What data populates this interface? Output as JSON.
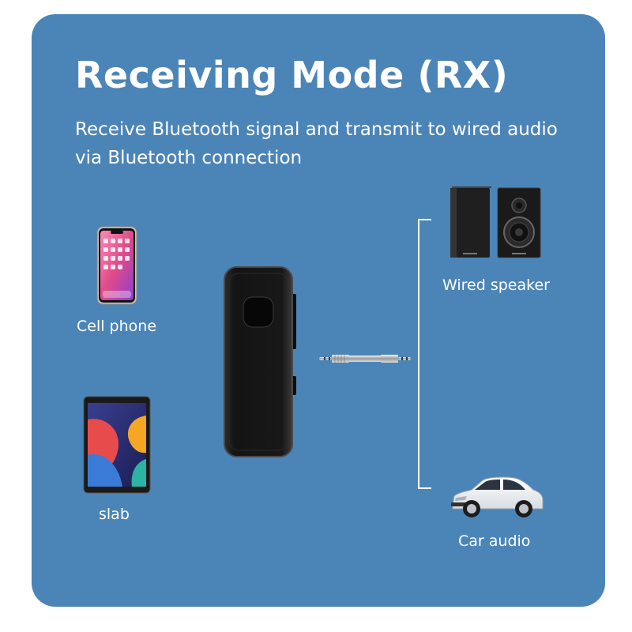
{
  "title": "Receiving Mode (RX)",
  "subtitle": "Receive Bluetooth signal and transmit to wired audio via Bluetooth connection",
  "sources": [
    {
      "label": "Cell phone",
      "icon": "smartphone-icon"
    },
    {
      "label": "slab",
      "icon": "tablet-icon"
    }
  ],
  "outputs": [
    {
      "label": "Wired speaker",
      "icon": "speaker-icon"
    },
    {
      "label": "Car audio",
      "icon": "car-icon"
    }
  ],
  "colors": {
    "panel_background": "#4b85b8",
    "text": "#ffffff",
    "device_body": "#151515"
  }
}
